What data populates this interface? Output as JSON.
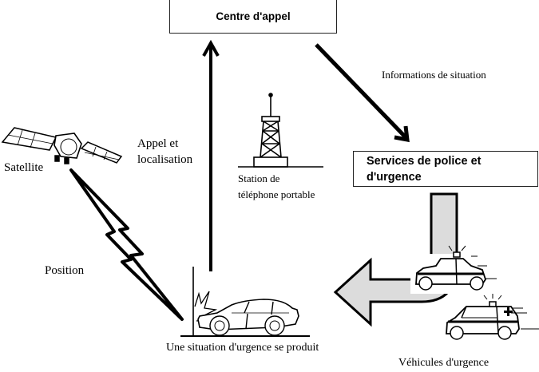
{
  "diagram": {
    "title": "Emergency call system flow",
    "nodes": {
      "call_center": "Centre d'appel",
      "services": "Services de police et d'urgence",
      "services_line1": "Services de police et",
      "services_line2": "d'urgence",
      "satellite": "Satellite",
      "station_line1": "Station de",
      "station_line2": "téléphone portable",
      "emergency": "Une situation d'urgence se produit",
      "vehicles": "Véhicules d'urgence"
    },
    "edges": {
      "call_and_location_line1": "Appel et",
      "call_and_location_line2": "localisation",
      "situation_info": "Informations de situation",
      "position": "Position"
    },
    "icons": [
      "satellite-icon",
      "cell-tower-icon",
      "crashed-car-icon",
      "police-car-icon",
      "ambulance-icon",
      "lightning-bolt-icon",
      "dispatch-arrow-icon"
    ],
    "colors": {
      "stroke": "#000000",
      "arrow_fill": "#dcdcdc",
      "background": "#ffffff"
    }
  }
}
